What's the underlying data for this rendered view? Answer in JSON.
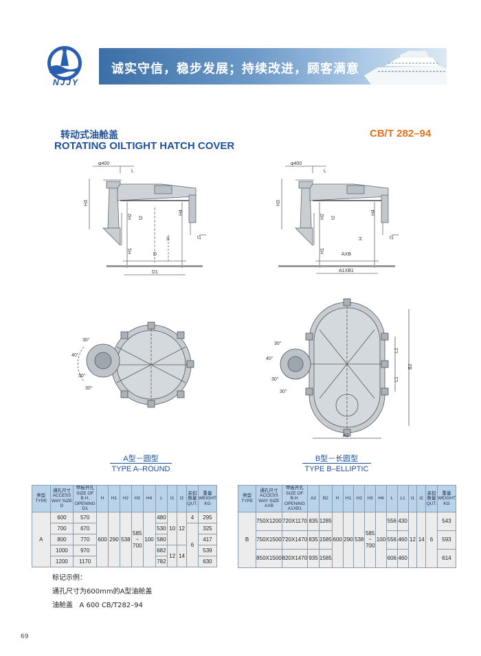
{
  "header": {
    "logo_text": "NJJY",
    "slogan": "诚实守信，稳步发展；持续改进，顾客满意"
  },
  "title": {
    "cn": "转动式油舱盖",
    "en": "ROTATING OILTIGHT HATCH COVER",
    "standard": "CB/T 282–94"
  },
  "drawing_labels": {
    "phi400": "φ400",
    "L": "L",
    "H3": "H3",
    "H2": "H2",
    "t2": "t2",
    "H4": "H4",
    "H": "H",
    "t1": "t1",
    "H1": "H1",
    "D": "D",
    "D1": "D1",
    "AXB": "AXB",
    "A1XB1": "A1XB1",
    "L1": "L1",
    "B2": "B2",
    "A2": "A2",
    "a30": "30°",
    "a40": "40°"
  },
  "captions": {
    "a_cn": "A型－圆型",
    "a_en": "TYPE A–ROUND",
    "b_cn": "B型－长圆型",
    "b_en": "TYPE B–ELLIPTIC"
  },
  "table_a": {
    "h_type": [
      "类型",
      "TYPE"
    ],
    "h_access": [
      "通孔尺寸",
      "ACCESS",
      "WAY SIZE",
      "D"
    ],
    "h_open": [
      "甲板开孔",
      "SIZE OF B.H.",
      "OPENING",
      "D1"
    ],
    "h_H": "H",
    "h_H1": "H1",
    "h_H2": "H2",
    "h_H3": "H3",
    "h_H4": "H4",
    "h_L": "L",
    "h_t1": "t1",
    "h_t2": "t2",
    "h_qut": [
      "夹扣",
      "数量",
      "QUT."
    ],
    "h_weight": [
      "重量",
      "WEIGHT",
      "KG"
    ],
    "type": "A",
    "D": [
      "600",
      "700",
      "800",
      "1000",
      "1200"
    ],
    "D1": [
      "570",
      "670",
      "770",
      "970",
      "1170"
    ],
    "H": "600",
    "H1": "290",
    "H2": "538",
    "H3a": "585",
    "H3tilde": "~",
    "H3b": "700",
    "H4": "100",
    "L": [
      "480",
      "530",
      "580",
      "682",
      "782"
    ],
    "t1a": "10",
    "t2a": "12",
    "t1b": "12",
    "t2b": "14",
    "qut1": "4",
    "qut2": "6",
    "weight": [
      "295",
      "325",
      "417",
      "539",
      "630"
    ]
  },
  "table_b": {
    "h_type": [
      "类型",
      "TYPE"
    ],
    "h_access": [
      "通孔尺寸",
      "ACCESS",
      "WAY SIZE",
      "AXB"
    ],
    "h_open": [
      "甲板开孔",
      "SIZE OF B.H.",
      "OPENING",
      "A1XB1"
    ],
    "h_A2": "A2",
    "h_B2": "B2",
    "h_H": "H",
    "h_H1": "H1",
    "h_H2": "H2",
    "h_H3": "H3",
    "h_H4": "H4",
    "h_L": "L",
    "h_L1": "L1",
    "h_t1": "t1",
    "h_t2": "t2",
    "h_qut": [
      "夹扣",
      "数量",
      "QUT."
    ],
    "h_weight": [
      "重量",
      "WEIGHT",
      "KG"
    ],
    "type": "B",
    "AXB": [
      "750X1200",
      "750X1500",
      "850X1500"
    ],
    "A1XB1": [
      "720X1170",
      "720X1470",
      "820X1470"
    ],
    "A2": [
      "835",
      "835",
      "935"
    ],
    "B2": [
      "1285",
      "1585",
      "1585"
    ],
    "H": "600",
    "H1": "290",
    "H2": "538",
    "H3a": "585",
    "H3tilde": "~",
    "H3b": "700",
    "H4": "100",
    "L": [
      "556",
      "556",
      "606"
    ],
    "L1": [
      "430",
      "460",
      "460"
    ],
    "t1": "12",
    "t2": "14",
    "qut": "6",
    "weight": [
      "543",
      "593",
      "614"
    ]
  },
  "notes": {
    "label": "标记示例：",
    "line1": "通孔尺寸为600mm的A型油舱盖",
    "line2": "油舱盖   A 600 CB/T282–94"
  },
  "page_number": "69"
}
